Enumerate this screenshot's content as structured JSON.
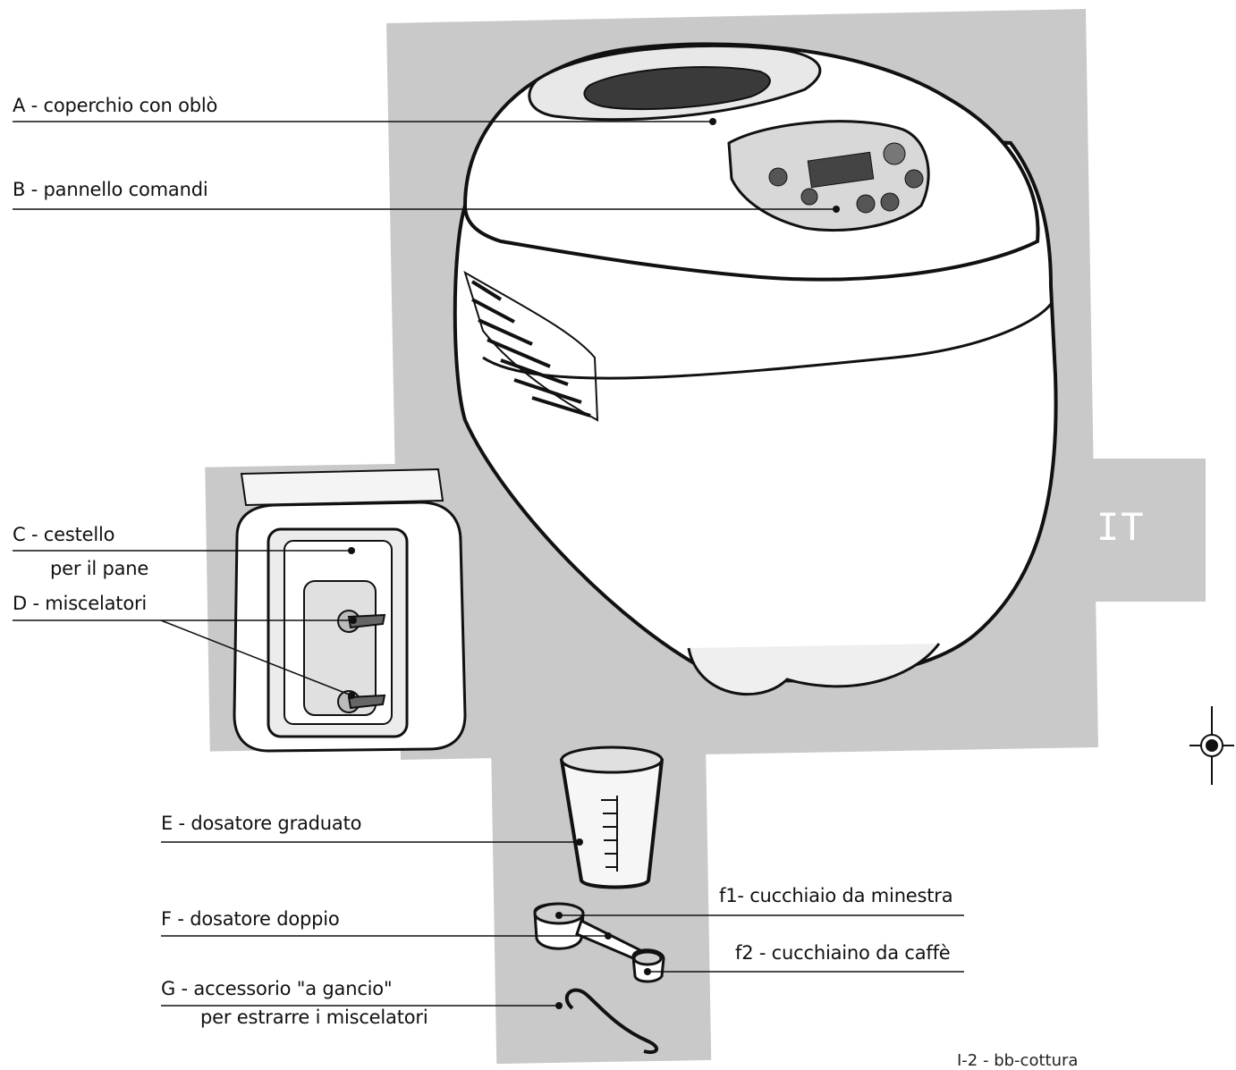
{
  "labels": {
    "A": "A - coperchio con oblò",
    "B": "B - pannello comandi",
    "C1": "C - cestello",
    "C2": "per il pane",
    "D": "D - miscelatori",
    "E": "E - dosatore graduato",
    "F": "F - dosatore doppio",
    "f1": "f1- cucchiaio da minestra",
    "f2": "f2 - cucchiaino da caffè",
    "G1": "G - accessorio \"a gancio\"",
    "G2": "per estrarre i miscelatori"
  },
  "language_tab": "IT",
  "footer": "I-2 - bb-cottura",
  "colors": {
    "panel_gray": "#c9c9c9",
    "line": "#111111",
    "tab_text": "#ffffff"
  }
}
